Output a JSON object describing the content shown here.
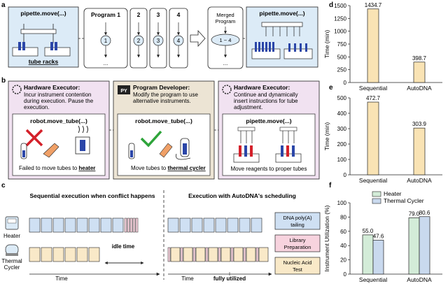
{
  "panel_a": {
    "label": "a",
    "left_title": "pipette.move(...)",
    "left_caption": "tube racks",
    "programs": [
      "Program 1",
      "2",
      "3",
      "4"
    ],
    "program_nodes": [
      "1",
      "2",
      "3",
      "4"
    ],
    "merged_title": "Merged\nProgram",
    "merged_node": "1 ~ 4",
    "right_title": "pipette.move(...)",
    "dots": "..."
  },
  "panel_b": {
    "label": "b",
    "box1": {
      "heading": "Hardware Executor:",
      "text": [
        "Incur instrument contention",
        "during execution. Pause the",
        "execution."
      ],
      "code": "robot.move_tube(...)",
      "caption_pre": "Failed to move tubes to ",
      "caption_em": "heater"
    },
    "box2": {
      "heading": "Program Developer:",
      "text": [
        "Modify the program to use",
        "alternative instruments."
      ],
      "code": "robot.move_tube(...)",
      "caption_pre": "Move tubes to ",
      "caption_em": "thermal cycler"
    },
    "box3": {
      "heading": "Hardware Executor:",
      "text": [
        "Continue and dynamically",
        "insert instructions for tube",
        "adjustment."
      ],
      "code": "pipette.move(...)",
      "caption": "Move reagents to proper tubes"
    },
    "py_icon": "PY"
  },
  "panel_c": {
    "label": "c",
    "title_left": "Sequential execution when conflict happens",
    "title_right": "Execution with AutoDNA's scheduling",
    "row1_label": "Heater",
    "row2_label_1": "Thermal",
    "row2_label_2": "Cycler",
    "idle_time": "idle time",
    "fully_utilized": "fully utilized",
    "time_label_left": "Time",
    "time_label_right": "Time",
    "legend": [
      {
        "text_1": "DNA poly(A)",
        "text_2": "tailing",
        "color": "#cfe0f3"
      },
      {
        "text_1": "Library",
        "text_2": "Preparation",
        "color": "#f7d3de"
      },
      {
        "text_1": "Nucleic Acid",
        "text_2": "Test",
        "color": "#f9e9c8"
      }
    ]
  },
  "chart_data": [
    {
      "panel": "d",
      "type": "bar",
      "categories": [
        "Sequential",
        "AutoDNA"
      ],
      "values": [
        1434.7,
        398.7
      ],
      "value_labels": [
        "1434.7",
        "398.7"
      ],
      "ylabel": "Time (min)",
      "ylim": [
        0,
        1500
      ],
      "yticks": [
        0,
        250,
        500,
        750,
        1000,
        1250,
        1500
      ],
      "color": "#f9e3b4",
      "grid": false
    },
    {
      "panel": "e",
      "type": "bar",
      "categories": [
        "Sequential",
        "AutoDNA"
      ],
      "values": [
        472.7,
        303.9
      ],
      "value_labels": [
        "472.7",
        "303.9"
      ],
      "ylabel": "Time (min)",
      "ylim": [
        0,
        500
      ],
      "yticks": [
        0,
        100,
        200,
        300,
        400,
        500
      ],
      "color": "#f9e3b4",
      "grid": false
    },
    {
      "panel": "f",
      "type": "bar",
      "categories": [
        "Sequential",
        "AutoDNA"
      ],
      "series": [
        {
          "name": "Heater",
          "values": [
            55.0,
            79.0
          ],
          "value_labels": [
            "55.0",
            "79.0"
          ],
          "color": "#d3ecd8"
        },
        {
          "name": "Thermal Cycler",
          "values": [
            47.6,
            80.6
          ],
          "value_labels": [
            "47.6",
            "80.6"
          ],
          "color": "#c9d9ee"
        }
      ],
      "ylabel": "Instrument Utilization (%)",
      "ylim": [
        0,
        100
      ],
      "yticks": [
        0,
        20,
        40,
        60,
        80,
        100
      ],
      "legend_position": "top",
      "grid": false
    }
  ]
}
